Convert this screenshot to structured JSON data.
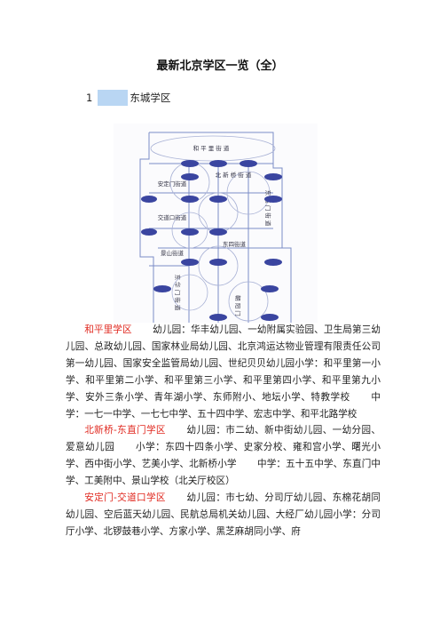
{
  "title": "最新北京学区一览（全）",
  "section": {
    "number": "1",
    "name": "东城学区",
    "swatch_color": "#b9d6f3"
  },
  "map": {
    "districts": [
      {
        "id": "heping",
        "label": "和 平 里 街 道"
      },
      {
        "id": "andingmen",
        "label": "安定门街道"
      },
      {
        "id": "jiaodaokou",
        "label": "交道口街道"
      },
      {
        "id": "beixinqiao",
        "label": "北 新 桥 街 道"
      },
      {
        "id": "dongzhimen",
        "label": "东 直 门 街 道"
      },
      {
        "id": "jingshan",
        "label": "景山街道"
      },
      {
        "id": "dongsi",
        "label": "东四街道"
      },
      {
        "id": "dhm",
        "label": "东 华 门 街 道"
      },
      {
        "id": "chaoyangmen",
        "label": "朝 阳 门"
      }
    ],
    "colors": {
      "border": "#7b8cc6",
      "node": "#3a45a0",
      "node_text": "#ffffff",
      "ring": "#aab3d6"
    }
  },
  "schools": [
    {
      "district": "和平里学区",
      "kindergarten": "幼儿园：华丰幼儿园、一幼附属实验园、卫生局第三幼儿园、总政幼儿园、国家林业局幼儿园、北京鸿运达物业管理有限责任公司第一幼儿园、国家安全监管局幼儿园、世纪贝贝幼儿园",
      "primary": "小学：和平里第一小学、和平里第二小学、和平里第三小学、和平里第四小学、和平里第九小学、安外三条小学、青年湖小学、东师附小、地坛小学、特教学校",
      "middle": "中学：一七一中学、一七七中学、五十四中学、宏志中学、和平北路学校"
    },
    {
      "district": "北新桥-东直门学区",
      "kindergarten": "幼儿园：市二幼、新中街幼儿园、一幼分园、爱意幼儿园",
      "primary": "小学：东四十四条小学、史家分校、雍和宫小学、曙光小学、西中街小学、艺美小学、北新桥小学",
      "middle": "中学：五十五中学、东直门中学、工美附中、景山学校（北关厅校区）"
    },
    {
      "district": "安定门-交道口学区",
      "kindergarten": "幼儿园：市七幼、分司厅幼儿园、东棉花胡同幼儿园、空后蓝天幼儿园、民航总局机关幼儿园、大经厂幼儿园",
      "primary": "小学：分司厅小学、北锣鼓巷小学、方家小学、黑芝麻胡同小学、府"
    }
  ]
}
